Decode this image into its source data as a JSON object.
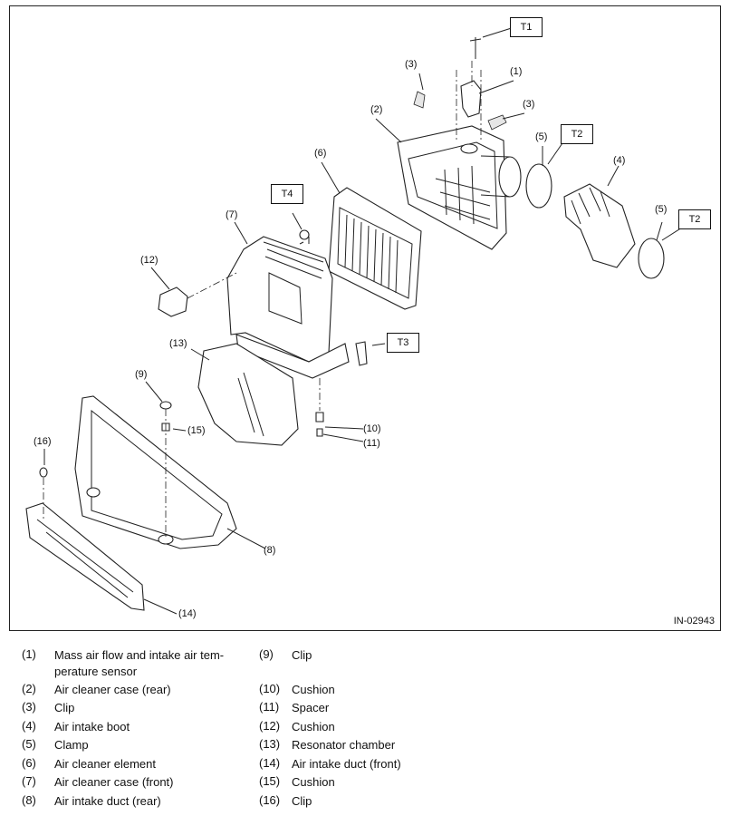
{
  "diagram": {
    "figure_id": "IN-02943",
    "torque_labels": [
      "T1",
      "T2",
      "T2",
      "T3",
      "T4"
    ],
    "callouts": [
      "(1)",
      "(2)",
      "(3)",
      "(3)",
      "(4)",
      "(5)",
      "(5)",
      "(6)",
      "(7)",
      "(8)",
      "(9)",
      "(10)",
      "(11)",
      "(12)",
      "(13)",
      "(14)",
      "(15)",
      "(16)"
    ]
  },
  "legend": {
    "left": [
      {
        "num": "(1)",
        "text": "Mass air flow and intake air tem-perature sensor"
      },
      {
        "num": "(2)",
        "text": "Air cleaner case (rear)"
      },
      {
        "num": "(3)",
        "text": "Clip"
      },
      {
        "num": "(4)",
        "text": "Air intake boot"
      },
      {
        "num": "(5)",
        "text": "Clamp"
      },
      {
        "num": "(6)",
        "text": "Air cleaner element"
      },
      {
        "num": "(7)",
        "text": "Air cleaner case (front)"
      },
      {
        "num": "(8)",
        "text": "Air intake duct (rear)"
      }
    ],
    "right": [
      {
        "num": "(9)",
        "text": "Clip"
      },
      {
        "num": "(10)",
        "text": "Cushion"
      },
      {
        "num": "(11)",
        "text": "Spacer"
      },
      {
        "num": "(12)",
        "text": "Cushion"
      },
      {
        "num": "(13)",
        "text": "Resonator chamber"
      },
      {
        "num": "(14)",
        "text": "Air intake duct (front)"
      },
      {
        "num": "(15)",
        "text": "Cushion"
      },
      {
        "num": "(16)",
        "text": "Clip"
      }
    ]
  }
}
